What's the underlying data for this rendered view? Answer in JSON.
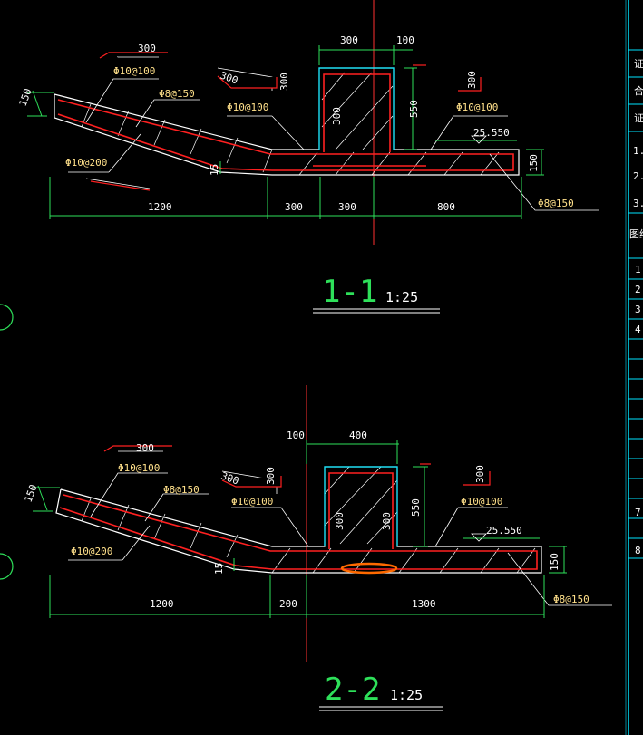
{
  "section_1": {
    "title": "1-1",
    "scale": "1:25",
    "dims": {
      "wall_w": "300",
      "wall_offset": "100",
      "wall_h": "550",
      "wall_inner": "300",
      "slab_left": "300",
      "slab_right": "300",
      "slope_len": "300",
      "slope_th": "150",
      "slab_th": "150",
      "small_15": "15",
      "run_1200": "1200",
      "run_300a": "300",
      "run_300b": "300",
      "run_800": "800",
      "elev": "25.550"
    },
    "rebar": {
      "top": "Φ10@100",
      "mid": "Φ8@150",
      "wall": "Φ10@100",
      "right": "Φ10@100",
      "bottom_left": "Φ10@200",
      "bottom_right": "Φ8@150"
    }
  },
  "section_2": {
    "title": "2-2",
    "scale": "1:25",
    "dims": {
      "offset_100": "100",
      "wall_w": "400",
      "wall_h": "550",
      "wall_inner_l": "300",
      "wall_inner_r": "300",
      "slab_left": "300",
      "slab_right": "300",
      "slope_len": "300",
      "slope_th": "150",
      "slab_th": "150",
      "small_15": "15",
      "run_1200": "1200",
      "run_200": "200",
      "run_1300": "1300",
      "elev": "25.550"
    },
    "rebar": {
      "top": "Φ10@100",
      "mid": "Φ8@150",
      "wall": "Φ10@100",
      "right": "Φ10@100",
      "bottom_left": "Φ10@200",
      "bottom_right": "Φ8@150"
    }
  },
  "side_panel": {
    "rows_top": [
      "证",
      "合",
      "证"
    ],
    "items": [
      "1.",
      "2.",
      "3."
    ],
    "label": "图纸",
    "numbers": [
      "1",
      "2",
      "3",
      "4",
      "7",
      "8"
    ]
  },
  "colors": {
    "background": "#000000",
    "concrete_outline": "#ffffff",
    "rebar": "#ff2020",
    "dimension": "#2ee05a",
    "title": "#2ee05a",
    "axis": "#ff3030",
    "wall_outline": "#00e5ff",
    "leader": "#ffffff",
    "panel_border": "#00e5ff",
    "highlight": "#ff6a00"
  }
}
